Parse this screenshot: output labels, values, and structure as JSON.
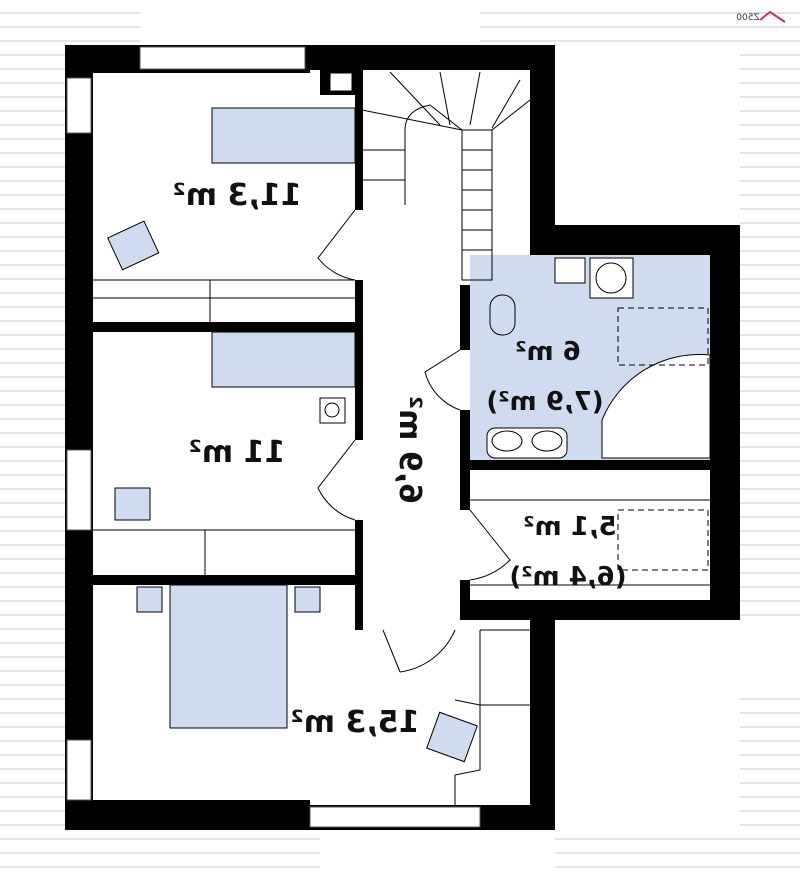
{
  "logo": {
    "text": "Z500",
    "accent": "#e0207a"
  },
  "rooms": [
    {
      "name": "bedroom-1",
      "area": "11,3 m²"
    },
    {
      "name": "bedroom-2",
      "area": "11 m²"
    },
    {
      "name": "bedroom-3",
      "area": "15,3 m²"
    },
    {
      "name": "hall",
      "area": "6,9 m²"
    },
    {
      "name": "bathroom",
      "area": "6 m²",
      "area_total": "(7,9 m²)"
    },
    {
      "name": "wardrobe",
      "area": "5,1 m²",
      "area_total": "(6,4 m²)"
    }
  ],
  "colors": {
    "wall": "#000000",
    "furniture": "#cfdcf0",
    "bathroom": "#cfdcf0",
    "roof_hatch": "#c8c8c8"
  }
}
